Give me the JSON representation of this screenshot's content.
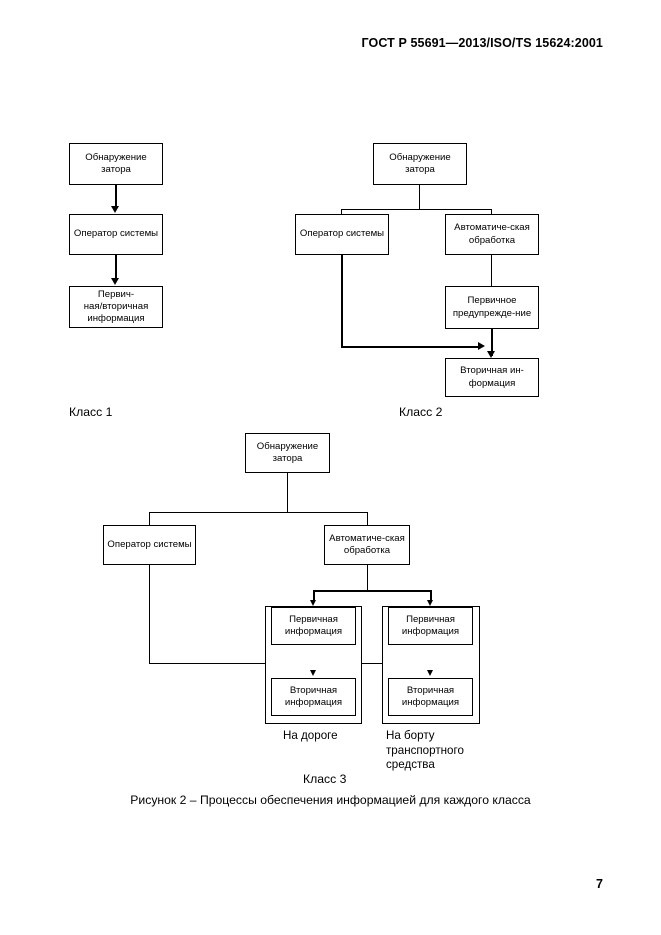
{
  "document": {
    "header": "ГОСТ Р 55691—2013/ISO/TS 15624:2001",
    "page_number": "7",
    "figure_caption": "Рисунок 2 – Процессы обеспечения информацией для каждого класса"
  },
  "class1": {
    "label": "Класс 1",
    "nodes": {
      "detection": "Обнаружение затора",
      "operator": "Оператор системы",
      "info": "Первич-\nная/вторичная информация"
    }
  },
  "class2": {
    "label": "Класс 2",
    "nodes": {
      "detection": "Обнаружение затора",
      "operator": "Оператор системы",
      "automatic": "Автоматиче-ская обработка",
      "primary_warning": "Первичное предупрежде-ние",
      "secondary_info": "Вторичная ин-формация"
    }
  },
  "class3": {
    "label": "Класс 3",
    "nodes": {
      "detection": "Обнаружение затора",
      "operator": "Оператор системы",
      "automatic": "Автоматиче-ская обработка",
      "road_primary": "Первичная информация",
      "road_secondary": "Вторичная информация",
      "vehicle_primary": "Первичная информация",
      "vehicle_secondary": "Вторичная информация"
    },
    "group_labels": {
      "road": "На дороге",
      "vehicle": "На борту транспортного средства"
    }
  }
}
